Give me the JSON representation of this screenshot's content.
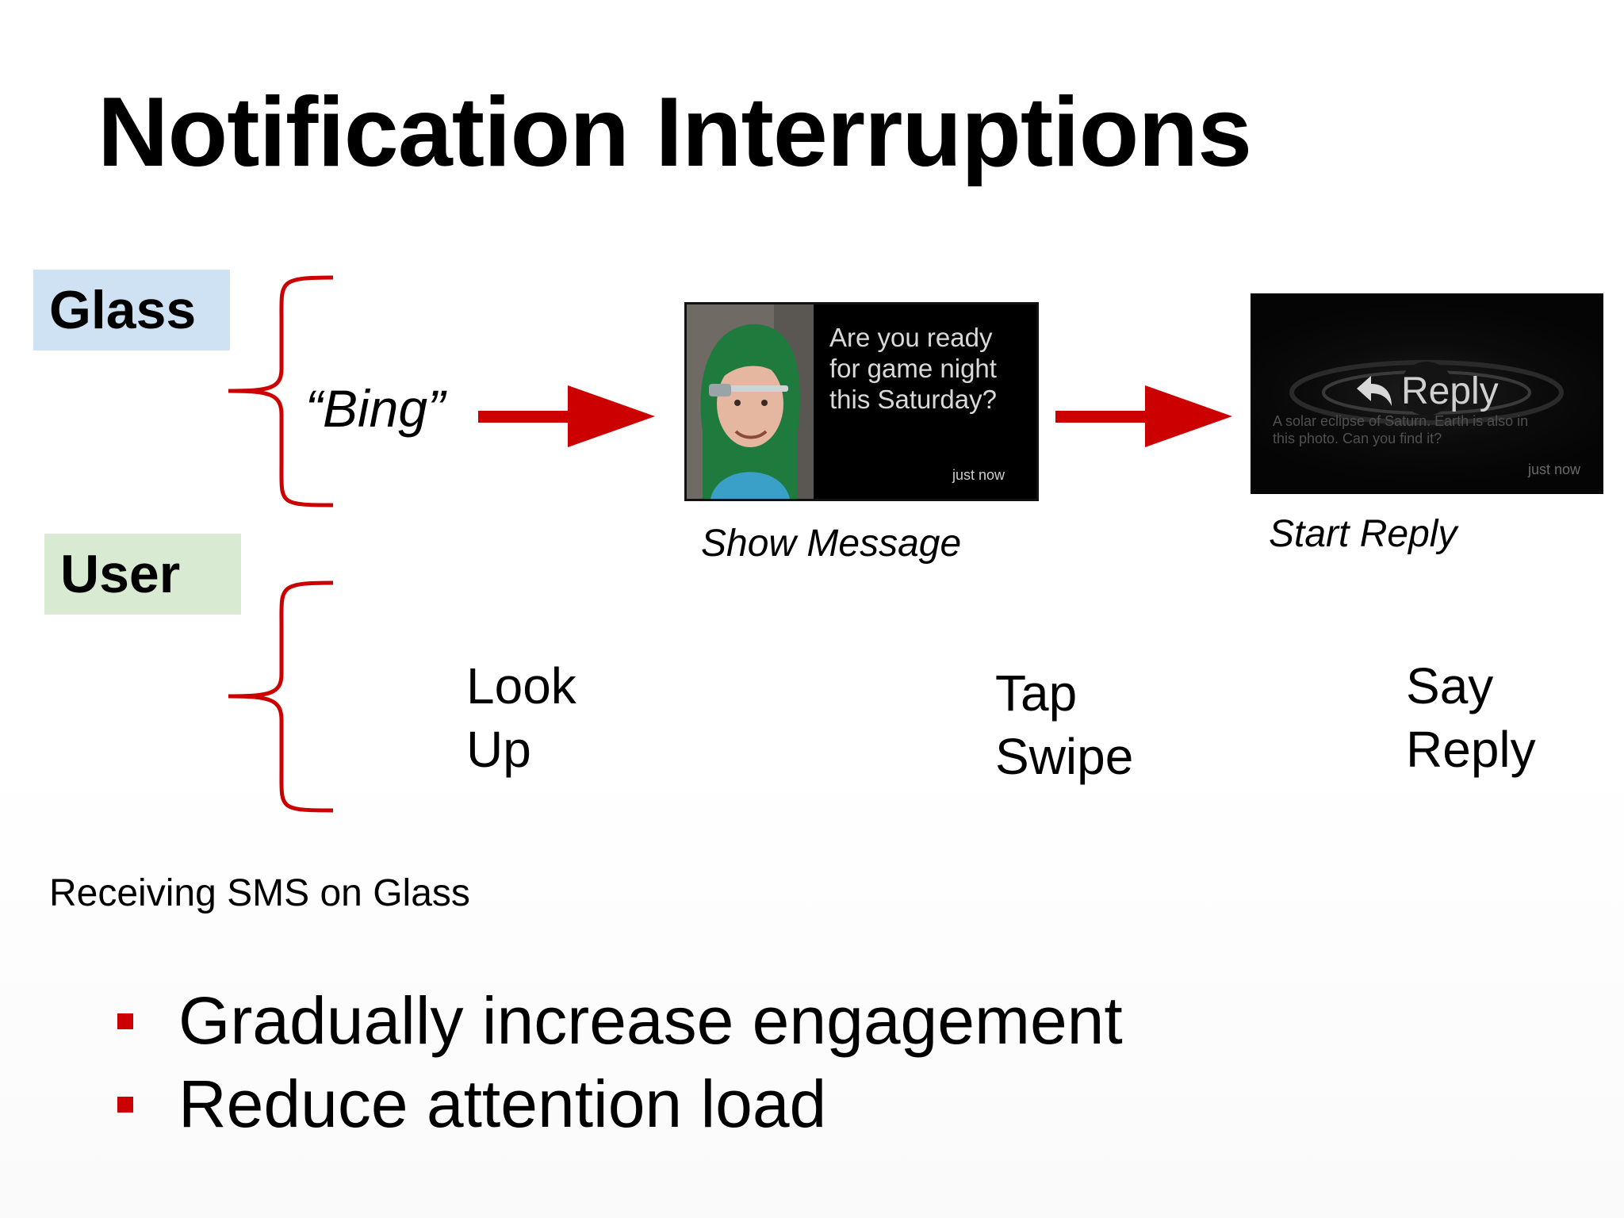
{
  "slide": {
    "title": "Notification Interruptions",
    "accent_color": "#cc0000",
    "glass_tag": {
      "label": "Glass",
      "color": "#cfe2f3"
    },
    "user_tag": {
      "label": "User",
      "color": "#d9ead3"
    },
    "bing_label": "“Bing”",
    "message_card": {
      "lines": [
        "Are you ready",
        "for game night",
        "this Saturday?"
      ],
      "timestamp": "just now",
      "caption": "Show Message"
    },
    "reply_card": {
      "action_label": "Reply",
      "action_icon": "reply-arrow-icon",
      "description_lines": [
        "A solar eclipse of Saturn. Earth is also in",
        "this photo. Can you find it?"
      ],
      "timestamp": "just now",
      "caption": "Start Reply"
    },
    "user_actions": [
      {
        "lines": [
          "Look",
          "Up"
        ]
      },
      {
        "lines": [
          "Tap",
          "Swipe"
        ]
      },
      {
        "lines": [
          "Say",
          "Reply"
        ]
      }
    ],
    "footnote": "Receiving SMS on Glass",
    "bullets": [
      "Gradually increase engagement",
      "Reduce attention load"
    ]
  }
}
